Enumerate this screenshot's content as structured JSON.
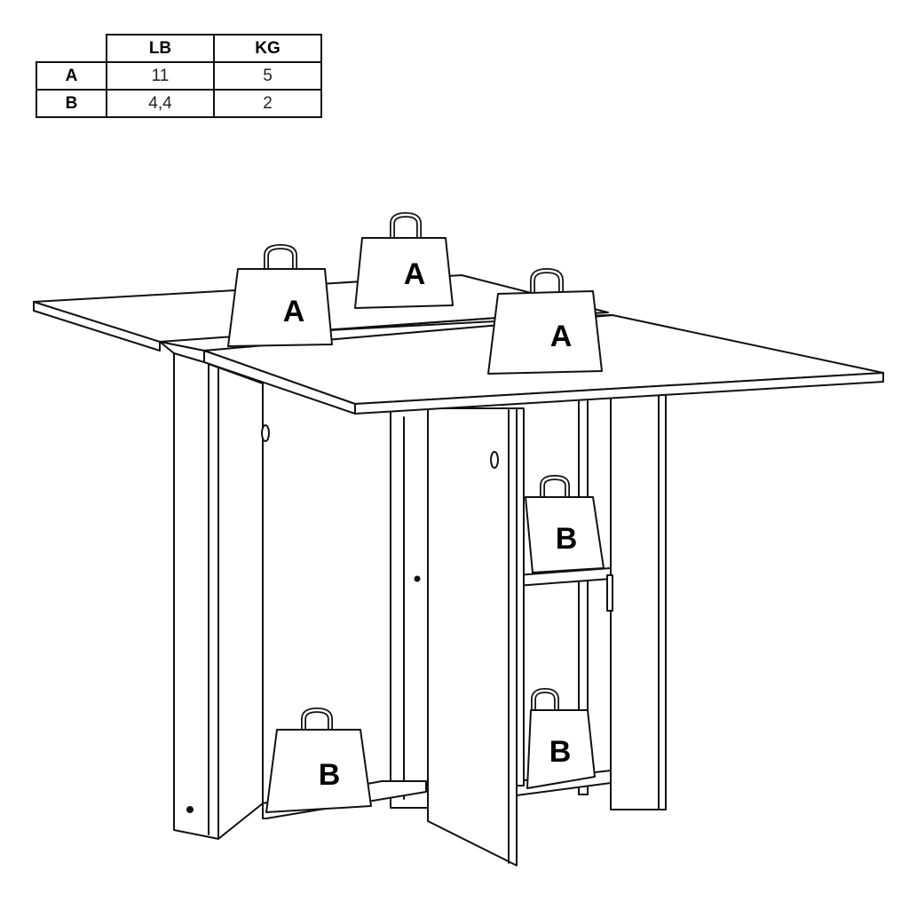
{
  "load_table": {
    "headers": [
      "",
      "LB",
      "KG"
    ],
    "rows": [
      {
        "label": "A",
        "lb": "11",
        "kg": "5"
      },
      {
        "label": "B",
        "lb": "4,4",
        "kg": "2"
      }
    ]
  },
  "weights": {
    "top_left": "A",
    "top_center": "A",
    "top_right": "A",
    "shelf_upper": "B",
    "shelf_lower": "B",
    "floor_left": "B"
  }
}
